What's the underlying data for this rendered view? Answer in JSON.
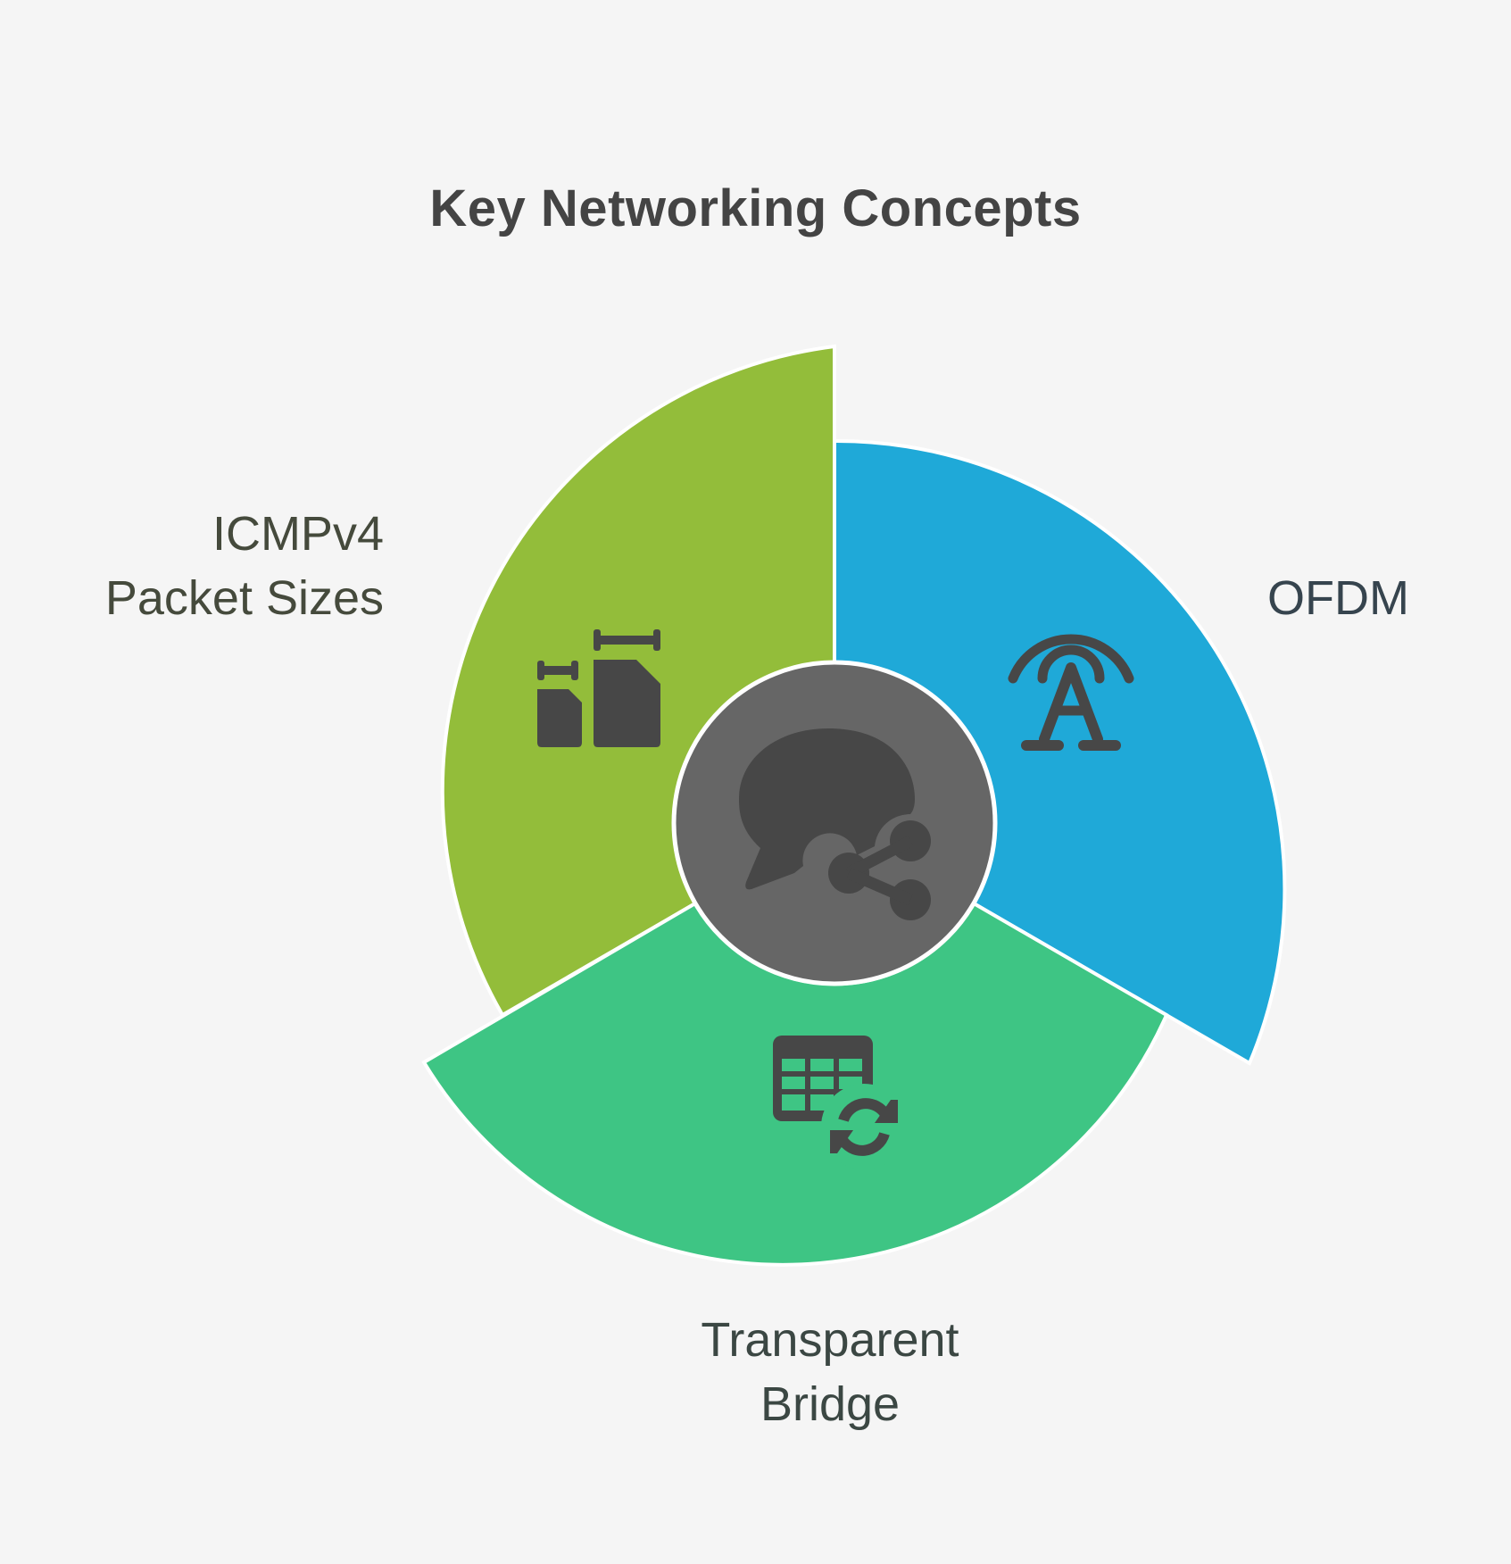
{
  "title": "Key Networking Concepts",
  "segments": [
    {
      "label_line1": "ICMPv4",
      "label_line2": "Packet Sizes",
      "color": "#93bd3a",
      "icon": "file-size-compare-icon"
    },
    {
      "label_line1": "OFDM",
      "label_line2": "",
      "color": "#1fa9d8",
      "icon": "antenna-signal-icon"
    },
    {
      "label_line1": "Transparent",
      "label_line2": "Bridge",
      "color": "#3ec584",
      "icon": "table-sync-icon"
    }
  ],
  "center": {
    "color": "#666666",
    "icon": "chat-share-icon"
  },
  "icon_color": "#474747"
}
